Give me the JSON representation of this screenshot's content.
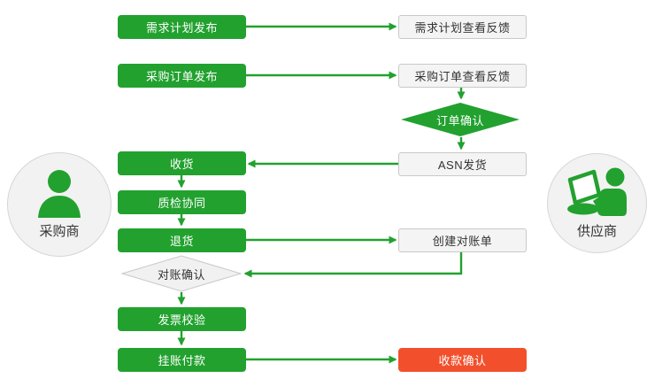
{
  "diagram": {
    "type": "flowchart",
    "actors": {
      "buyer": "采购商",
      "supplier": "供应商"
    },
    "nodes": {
      "demand_plan_publish": "需求计划发布",
      "demand_plan_feedback": "需求计划查看反馈",
      "po_publish": "采购订单发布",
      "po_feedback": "采购订单查看反馈",
      "order_confirm": "订单确认",
      "asn_ship": "ASN发货",
      "receive_goods": "收货",
      "quality_collab": "质检协同",
      "return_goods": "退货",
      "create_statement": "创建对账单",
      "statement_confirm": "对账确认",
      "invoice_check": "发票校验",
      "book_payment": "挂账付款",
      "receipt_confirm": "收款确认"
    },
    "edges": [
      {
        "from": "demand_plan_publish",
        "to": "demand_plan_feedback"
      },
      {
        "from": "po_publish",
        "to": "po_feedback"
      },
      {
        "from": "po_feedback",
        "to": "order_confirm"
      },
      {
        "from": "order_confirm",
        "to": "asn_ship"
      },
      {
        "from": "asn_ship",
        "to": "receive_goods"
      },
      {
        "from": "receive_goods",
        "to": "quality_collab"
      },
      {
        "from": "quality_collab",
        "to": "return_goods"
      },
      {
        "from": "return_goods",
        "to": "create_statement"
      },
      {
        "from": "create_statement",
        "to": "statement_confirm"
      },
      {
        "from": "statement_confirm",
        "to": "invoice_check"
      },
      {
        "from": "invoice_check",
        "to": "book_payment"
      },
      {
        "from": "book_payment",
        "to": "receipt_confirm"
      }
    ]
  },
  "colors": {
    "green": "#22a12f",
    "red": "#f2502c",
    "light_fill": "#f4f4f4",
    "light_border": "#c9c9c9",
    "diamond_fill": "#f1f1f1",
    "diamond_border": "#c9c9c9",
    "circle_fill": "#f2f2f2",
    "circle_border": "#d6d6d6",
    "text_dark": "#333333"
  }
}
